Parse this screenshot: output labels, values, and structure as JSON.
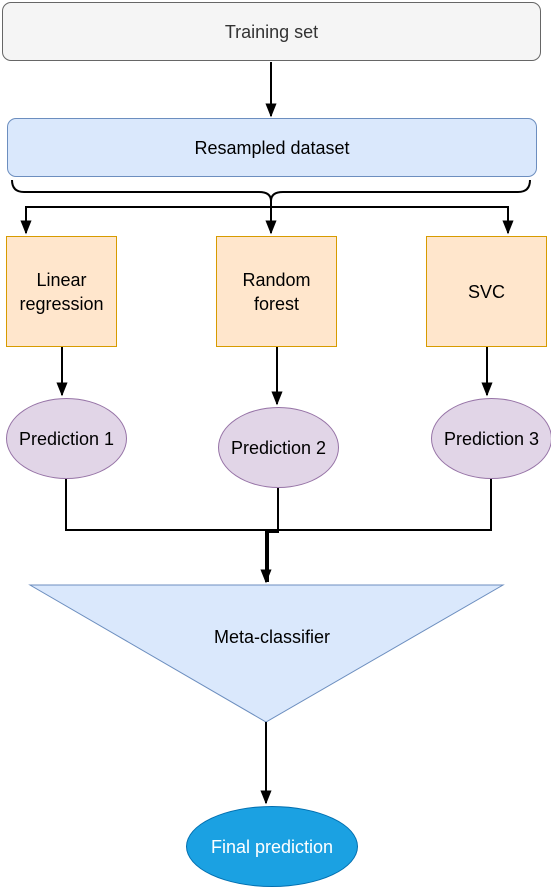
{
  "nodes": {
    "training_set": "Training set",
    "resampled_dataset": "Resampled dataset",
    "model_1": "Linear\nregression",
    "model_2": "Random\nforest",
    "model_3": "SVC",
    "prediction_1": "Prediction 1",
    "prediction_2": "Prediction 2",
    "prediction_3": "Prediction 3",
    "meta_classifier": "Meta-classifier",
    "final_prediction": "Final prediction"
  },
  "colors": {
    "training_fill": "#f5f5f5",
    "resampled_fill": "#dae8fc",
    "model_fill": "#ffe6cc",
    "prediction_fill": "#e1d5e7",
    "meta_fill": "#dae8fc",
    "final_fill": "#1ba1e2"
  }
}
